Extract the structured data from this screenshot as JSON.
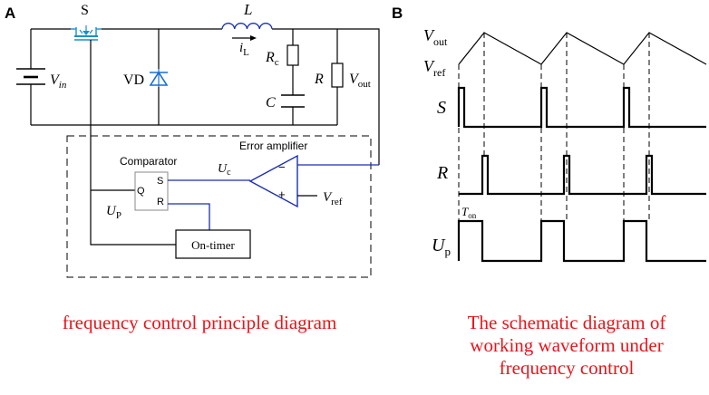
{
  "panel_a": {
    "letter": "A",
    "switch_label": "S",
    "inductor_label": "L",
    "current_label_main": "i",
    "current_label_sub": "L",
    "vin_main": "V",
    "vin_sub": "in",
    "diode_label": "VD",
    "esr_main": "R",
    "esr_sub": "c",
    "cap_label": "C",
    "load_label": "R",
    "vout_main": "V",
    "vout_sub": "out",
    "comparator_label": "Comparator",
    "comp_q": "Q",
    "comp_s": "S",
    "comp_r": "R",
    "error_amp_label": "Error amplifier",
    "uc_main": "U",
    "uc_sub": "c",
    "vref_main": "V",
    "vref_sub": "ref",
    "up_main": "U",
    "up_sub": "P",
    "ontimer_label": "On-timer",
    "minus_sign": "−",
    "plus_sign": "+"
  },
  "panel_b": {
    "letter": "B",
    "vout_main": "V",
    "vout_sub": "out",
    "vref_main": "V",
    "vref_sub": "ref",
    "s_label": "S",
    "r_label": "R",
    "ton_main": "T",
    "ton_sub": "on",
    "up_main": "U",
    "up_sub": "p"
  },
  "captions": {
    "left": "frequency control principle diagram",
    "right_line1": "The schematic diagram of",
    "right_line2": "working waveform under",
    "right_line3": "frequency control"
  },
  "colors": {
    "caption": "#e8141b",
    "mosfet": "#1a8fd0",
    "control_wire": "#1a2fb0",
    "inductor": "#1a2fb0"
  }
}
